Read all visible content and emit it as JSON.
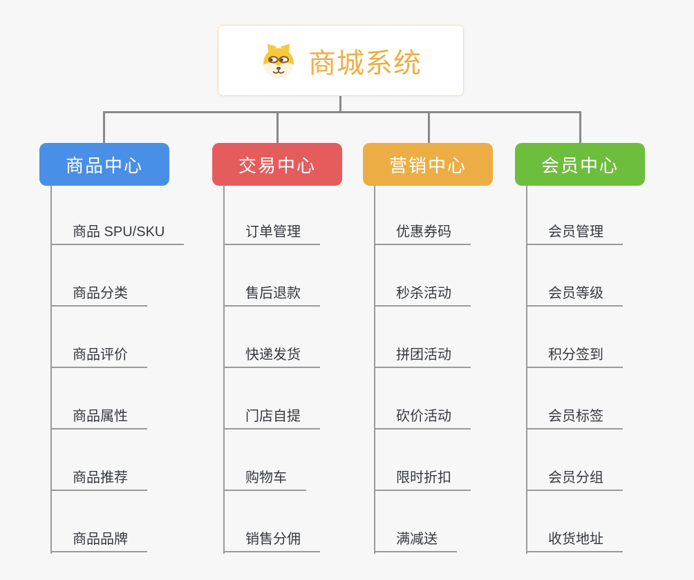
{
  "canvas": {
    "background": "#f7f7f7",
    "connector_color": "#898989",
    "underline_color": "#9a9a9a"
  },
  "root": {
    "title": "商城系统",
    "icon": "dog-face-icon",
    "text_color": "#f0ae45",
    "border_color": "#f2ba5e",
    "background": "#ffffff"
  },
  "branches": [
    {
      "label": "商品中心",
      "color": "#4a8fe7",
      "children": [
        "商品 SPU/SKU",
        "商品分类",
        "商品评价",
        "商品属性",
        "商品推荐",
        "商品品牌"
      ]
    },
    {
      "label": "交易中心",
      "color": "#e55c5c",
      "children": [
        "订单管理",
        "售后退款",
        "快递发货",
        "门店自提",
        "购物车",
        "销售分佣"
      ]
    },
    {
      "label": "营销中心",
      "color": "#ecae44",
      "children": [
        "优惠券码",
        "秒杀活动",
        "拼团活动",
        "砍价活动",
        "限时折扣",
        "满减送"
      ]
    },
    {
      "label": "会员中心",
      "color": "#6ebe3d",
      "children": [
        "会员管理",
        "会员等级",
        "积分签到",
        "会员标签",
        "会员分组",
        "收货地址"
      ]
    }
  ]
}
